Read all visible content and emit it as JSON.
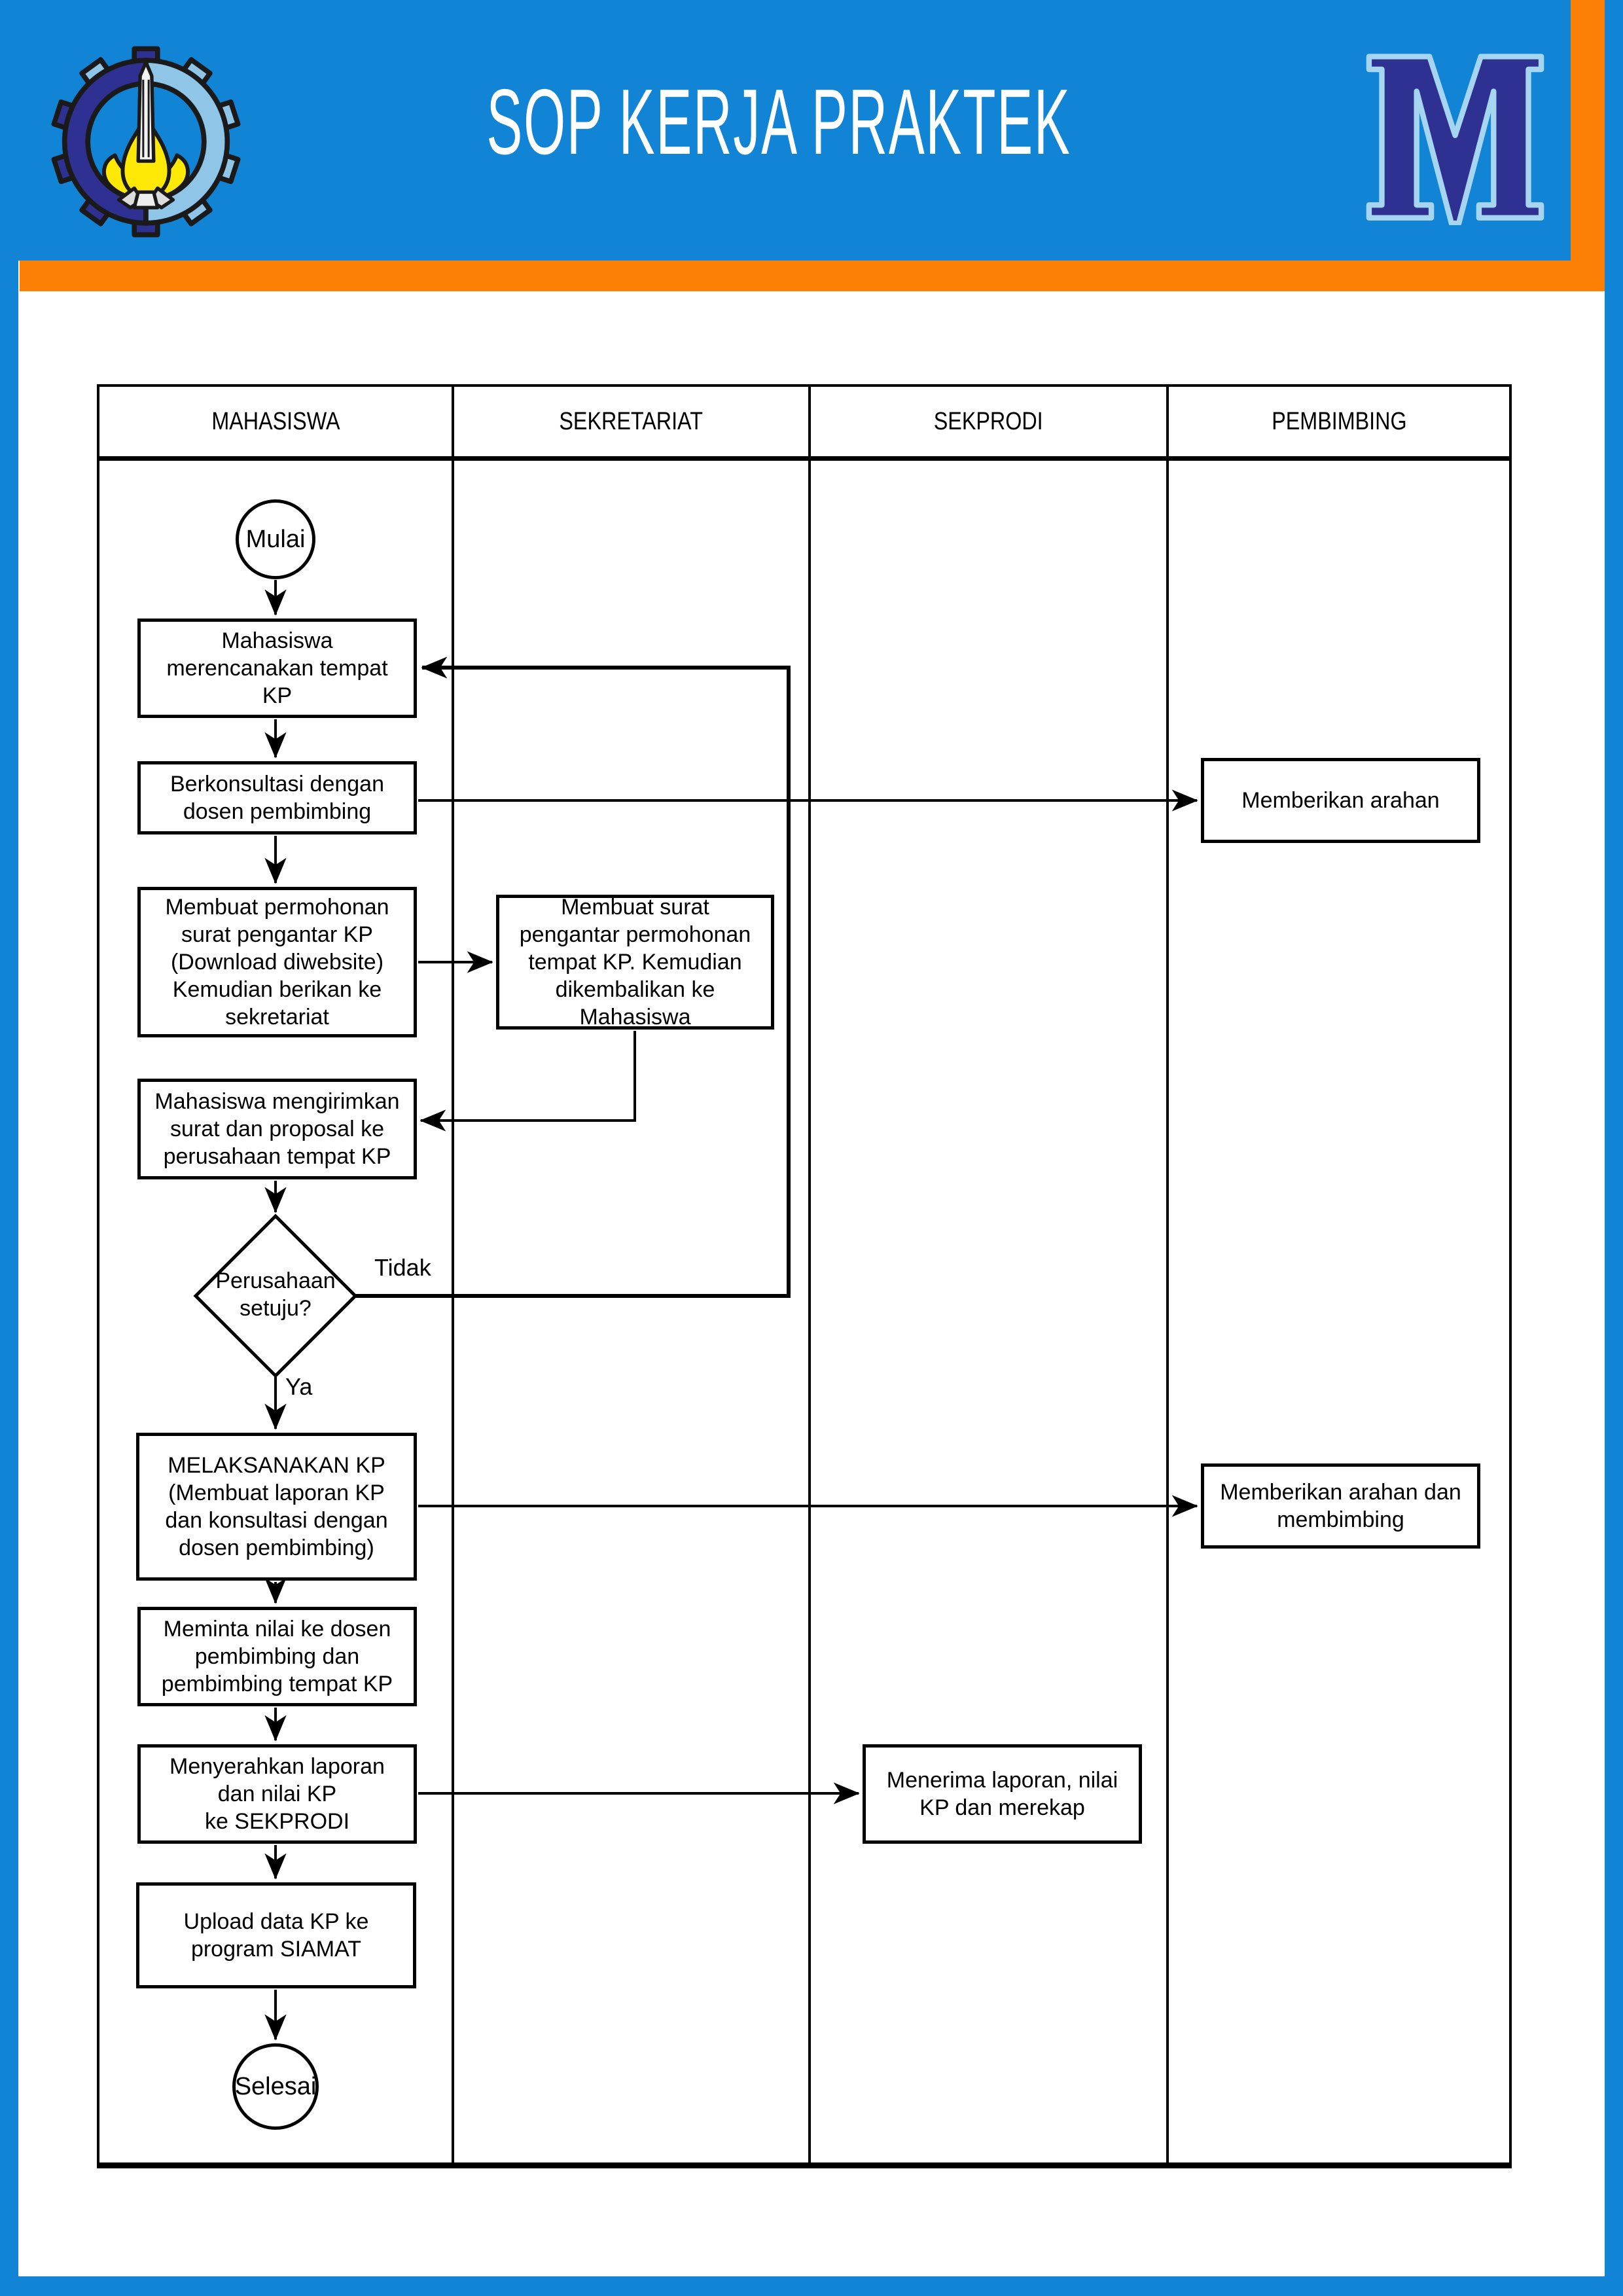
{
  "header": {
    "title": "SOP KERJA PRAKTEK",
    "left_logo": "its-gear-flame-tower-emblem",
    "right_logo": "letter-m-monogram",
    "colors": {
      "banner_blue": "#1284d6",
      "accent_orange": "#fb8005",
      "logo_navy": "#2e3192",
      "logo_light_blue": "#8fc6e8",
      "logo_yellow": "#fde806"
    }
  },
  "swimlane_headers": [
    "MAHASISWA",
    "SEKRETARIAT",
    "SEKPRODI",
    "PEMBIMBING"
  ],
  "flowchart": {
    "start_label": "Mulai",
    "end_label": "Selesai",
    "nodes": {
      "plan_kp": [
        "Mahasiswa",
        "merencanakan tempat",
        "KP"
      ],
      "consult": [
        "Berkonsultasi dengan",
        "dosen pembimbing"
      ],
      "request_letter": [
        "Membuat permohonan",
        "surat pengantar KP",
        "(Download diwebsite)",
        "Kemudian berikan ke",
        "sekretariat"
      ],
      "make_letter": [
        "Membuat surat",
        "pengantar permohonan",
        "tempat KP. Kemudian",
        "dikembalikan ke",
        "Mahasiswa"
      ],
      "send_letter": [
        "Mahasiswa mengirimkan",
        "surat dan proposal ke",
        "perusahaan tempat KP"
      ],
      "do_kp": [
        "MELAKSANAKAN KP",
        "(Membuat laporan KP",
        "dan konsultasi dengan",
        "dosen pembimbing)"
      ],
      "ask_grade": [
        "Meminta nilai ke dosen",
        "pembimbing dan",
        "pembimbing tempat KP"
      ],
      "submit_report": [
        "Menyerahkan laporan",
        "dan nilai KP",
        "ke SEKPRODI"
      ],
      "upload_data": [
        "Upload data KP ke",
        "program SIAMAT"
      ],
      "give_direction": "Memberikan arahan",
      "give_direction_guide": [
        "Memberikan arahan dan",
        "membimbing"
      ],
      "receive_report": [
        "Menerima laporan, nilai",
        "KP dan merekap"
      ]
    },
    "decision": {
      "question": [
        "Perusahaan",
        "setuju?"
      ],
      "no_label": "Tidak",
      "yes_label": "Ya"
    }
  }
}
